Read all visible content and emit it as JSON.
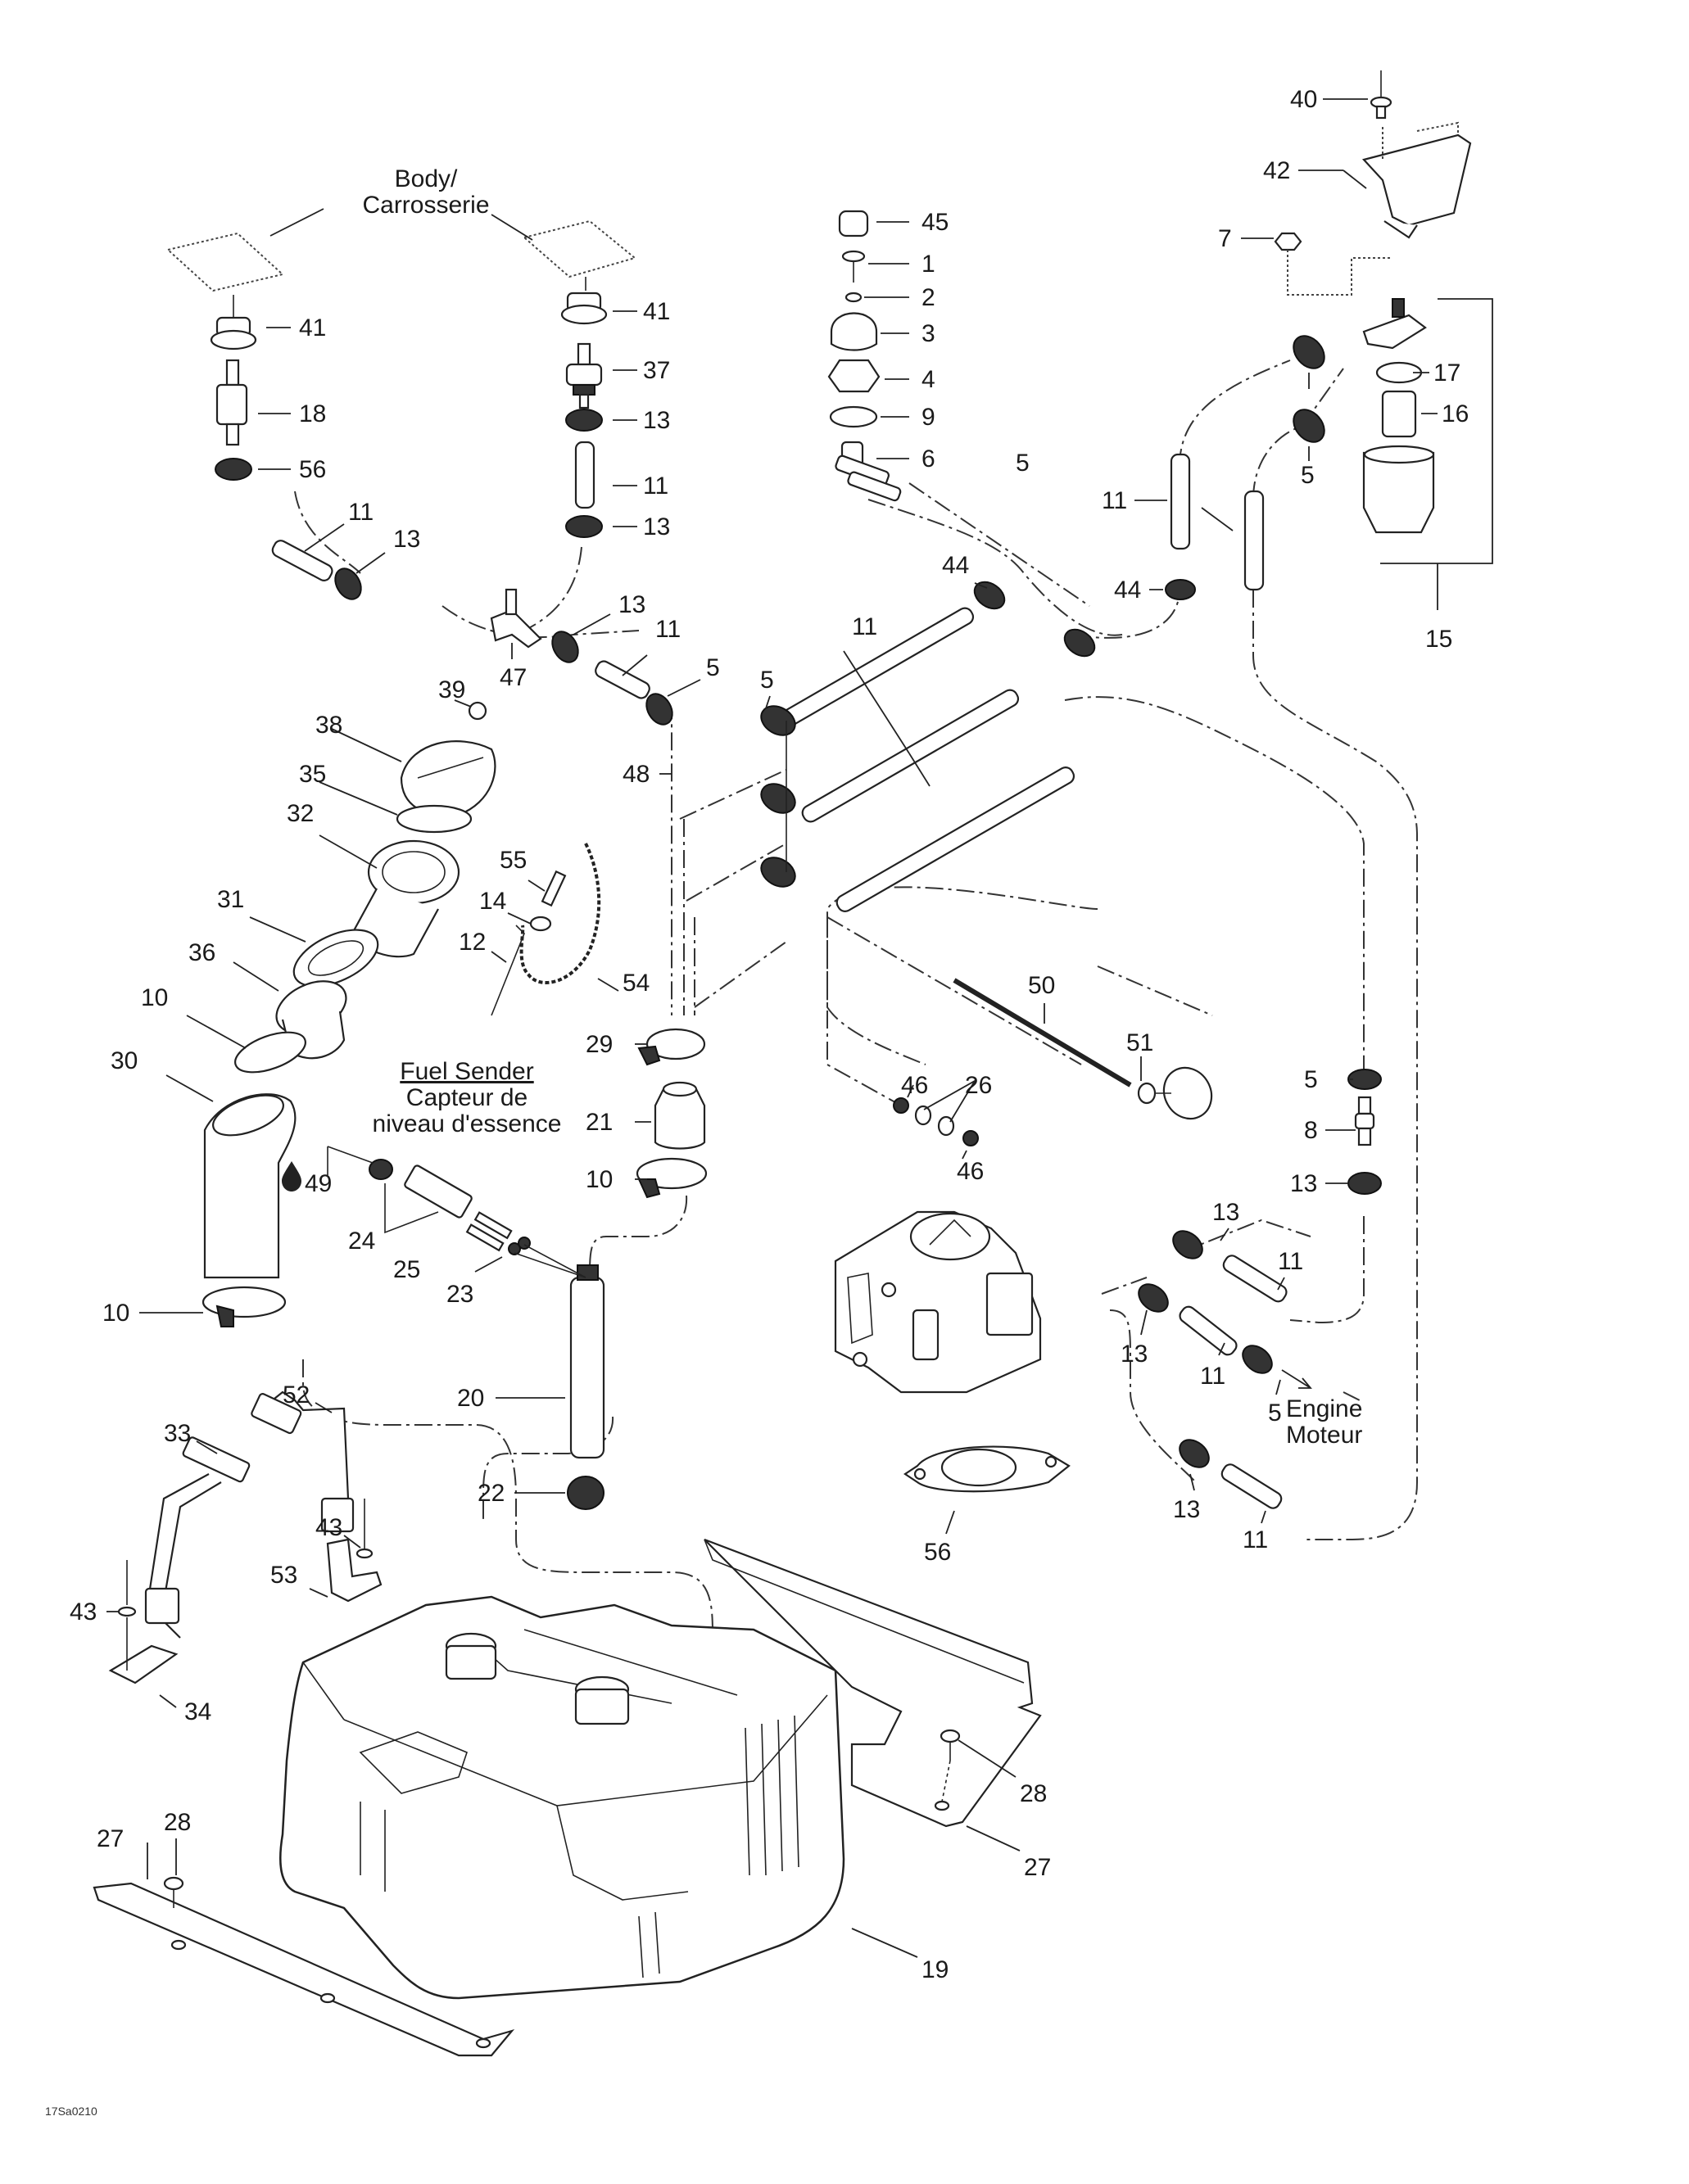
{
  "diagram": {
    "type": "exploded-parts-diagram",
    "subject": "Fuel system",
    "figure_code": "17Sa0210",
    "annotations": {
      "body": [
        "Body/",
        "Carrosserie"
      ],
      "fuel_sender": [
        "Fuel Sender",
        "Capteur de",
        "niveau d'essence"
      ],
      "engine": [
        "Engine",
        "Moteur"
      ]
    },
    "callouts": [
      {
        "id": "c40",
        "label": "40"
      },
      {
        "id": "c42",
        "label": "42"
      },
      {
        "id": "c7",
        "label": "7"
      },
      {
        "id": "c45",
        "label": "45"
      },
      {
        "id": "c1",
        "label": "1"
      },
      {
        "id": "c2",
        "label": "2"
      },
      {
        "id": "c3",
        "label": "3"
      },
      {
        "id": "c4",
        "label": "4"
      },
      {
        "id": "c9",
        "label": "9"
      },
      {
        "id": "c6",
        "label": "6"
      },
      {
        "id": "c41a",
        "label": "41"
      },
      {
        "id": "c41b",
        "label": "41"
      },
      {
        "id": "c18",
        "label": "18"
      },
      {
        "id": "c37",
        "label": "37"
      },
      {
        "id": "c13a",
        "label": "13"
      },
      {
        "id": "c56a",
        "label": "56"
      },
      {
        "id": "c11a",
        "label": "11"
      },
      {
        "id": "c13b",
        "label": "13"
      },
      {
        "id": "c11b",
        "label": "11"
      },
      {
        "id": "c13c",
        "label": "13"
      },
      {
        "id": "c5a",
        "label": "5"
      },
      {
        "id": "c17",
        "label": "17"
      },
      {
        "id": "c16",
        "label": "16"
      },
      {
        "id": "c5b",
        "label": "5"
      },
      {
        "id": "c11c",
        "label": "11"
      },
      {
        "id": "c15",
        "label": "15"
      },
      {
        "id": "c44a",
        "label": "44"
      },
      {
        "id": "c44b",
        "label": "44"
      },
      {
        "id": "c13d",
        "label": "13"
      },
      {
        "id": "c11d",
        "label": "11"
      },
      {
        "id": "c47",
        "label": "47"
      },
      {
        "id": "c5c",
        "label": "5"
      },
      {
        "id": "c11e",
        "label": "11"
      },
      {
        "id": "c5d",
        "label": "5"
      },
      {
        "id": "c39",
        "label": "39"
      },
      {
        "id": "c38",
        "label": "38"
      },
      {
        "id": "c35",
        "label": "35"
      },
      {
        "id": "c48",
        "label": "48"
      },
      {
        "id": "c32",
        "label": "32"
      },
      {
        "id": "c55",
        "label": "55"
      },
      {
        "id": "c14",
        "label": "14"
      },
      {
        "id": "c31",
        "label": "31"
      },
      {
        "id": "c12",
        "label": "12"
      },
      {
        "id": "c54",
        "label": "54"
      },
      {
        "id": "c36",
        "label": "36"
      },
      {
        "id": "c10a",
        "label": "10"
      },
      {
        "id": "c50",
        "label": "50"
      },
      {
        "id": "c51",
        "label": "51"
      },
      {
        "id": "c29",
        "label": "29"
      },
      {
        "id": "c30",
        "label": "30"
      },
      {
        "id": "c46a",
        "label": "46"
      },
      {
        "id": "c26",
        "label": "26"
      },
      {
        "id": "c21",
        "label": "21"
      },
      {
        "id": "c46b",
        "label": "46"
      },
      {
        "id": "c5e",
        "label": "5"
      },
      {
        "id": "c49",
        "label": "49"
      },
      {
        "id": "c10b",
        "label": "10"
      },
      {
        "id": "c8",
        "label": "8"
      },
      {
        "id": "c13e",
        "label": "13"
      },
      {
        "id": "c24",
        "label": "24"
      },
      {
        "id": "c25",
        "label": "25"
      },
      {
        "id": "c23",
        "label": "23"
      },
      {
        "id": "c13f",
        "label": "13"
      },
      {
        "id": "c11f",
        "label": "11"
      },
      {
        "id": "c13g",
        "label": "13"
      },
      {
        "id": "c11g",
        "label": "11"
      },
      {
        "id": "c5f",
        "label": "5"
      },
      {
        "id": "c10c",
        "label": "10"
      },
      {
        "id": "c20",
        "label": "20"
      },
      {
        "id": "c52",
        "label": "52"
      },
      {
        "id": "c33",
        "label": "33"
      },
      {
        "id": "c56b",
        "label": "56"
      },
      {
        "id": "c13h",
        "label": "13"
      },
      {
        "id": "c11h",
        "label": "11"
      },
      {
        "id": "c22",
        "label": "22"
      },
      {
        "id": "c43a",
        "label": "43"
      },
      {
        "id": "c53",
        "label": "53"
      },
      {
        "id": "c43b",
        "label": "43"
      },
      {
        "id": "c34",
        "label": "34"
      },
      {
        "id": "c28a",
        "label": "28"
      },
      {
        "id": "c27a",
        "label": "27"
      },
      {
        "id": "c28b",
        "label": "28"
      },
      {
        "id": "c27b",
        "label": "27"
      },
      {
        "id": "c19",
        "label": "19"
      }
    ]
  }
}
